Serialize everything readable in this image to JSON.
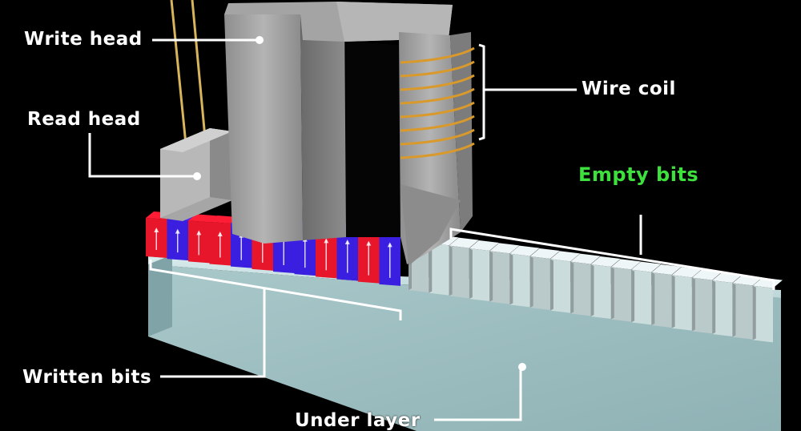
{
  "labels": {
    "write_head": "Write head",
    "read_head": "Read head",
    "wire_coil": "Wire coil",
    "empty_bits": "Empty bits",
    "written_bits": "Written bits",
    "under_layer": "Under layer"
  },
  "colors": {
    "background": "#000000",
    "label_text": "#ffffff",
    "empty_bits_label": "#3de03d",
    "bit_red": "#e8162a",
    "bit_blue": "#3a1fe0",
    "empty_bit": "#cfe0e2",
    "under_layer": "#b9d6d8",
    "head_gray": "#9a9a9a",
    "coil_copper": "#d99a2b"
  },
  "written_bits": [
    "red",
    "blue",
    "red",
    "red",
    "blue",
    "red",
    "blue",
    "blue",
    "red",
    "blue",
    "red",
    "blue"
  ]
}
